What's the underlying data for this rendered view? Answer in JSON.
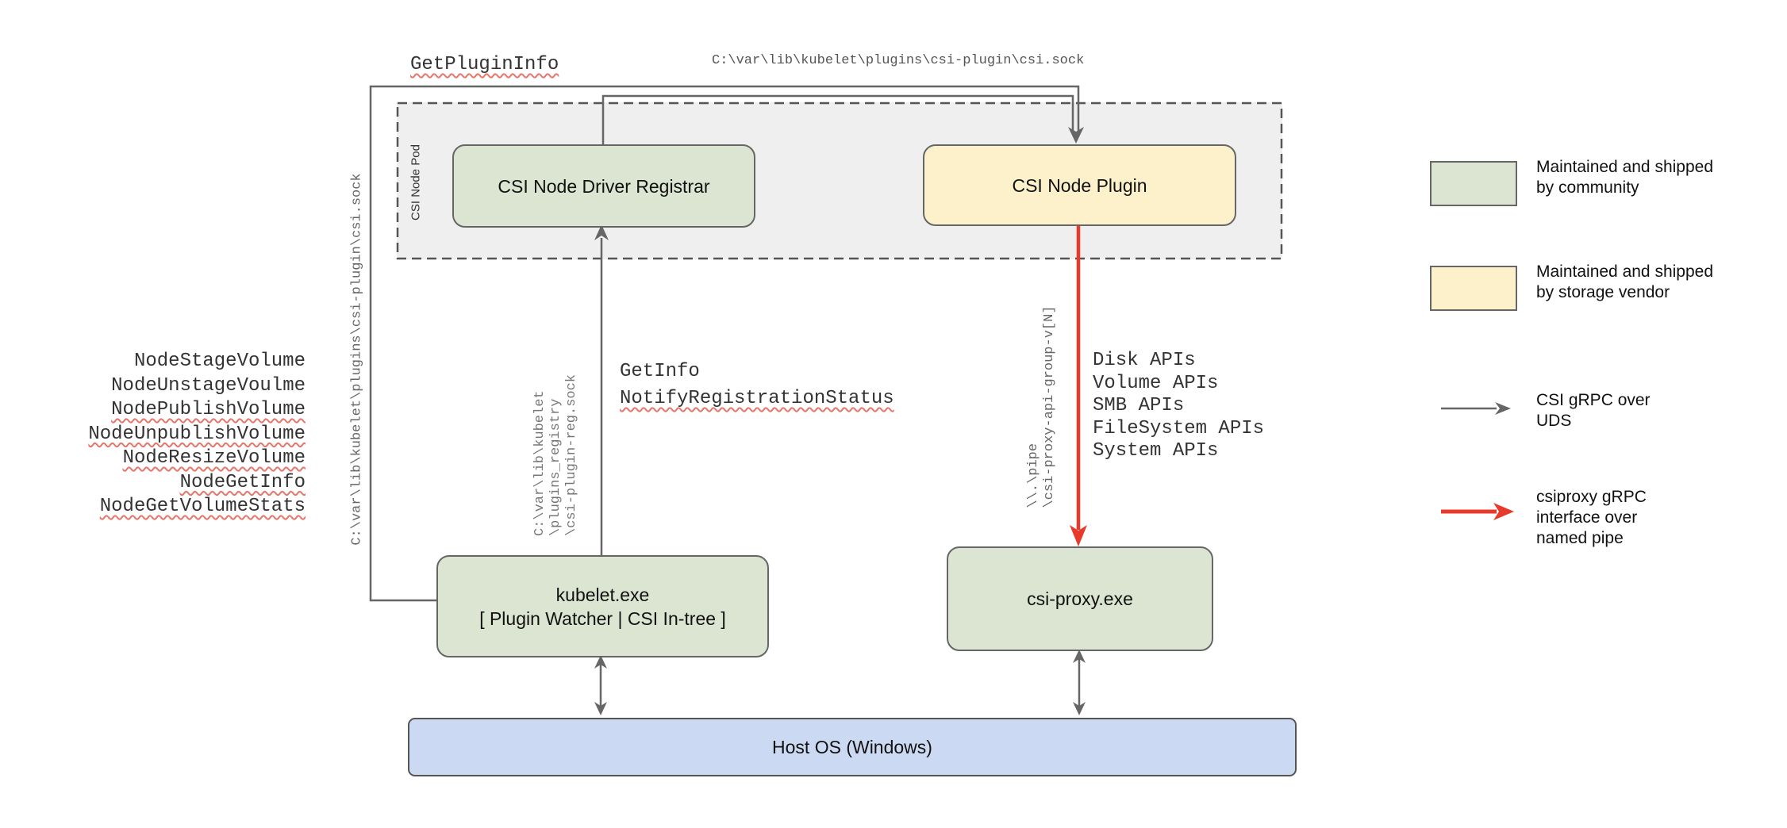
{
  "rpc_labels": {
    "get_plugin_info": "GetPluginInfo",
    "get_info": "GetInfo",
    "notify_registration_status": "NotifyRegistrationStatus"
  },
  "paths": {
    "top_socket": "C:\\var\\lib\\kubelet\\plugins\\csi-plugin\\csi.sock",
    "left_socket": "C:\\var\\lib\\kubelet\\plugins\\csi-plugin\\csi.sock",
    "registry_lines": [
      "C:\\var\\lib\\kubelet",
      "\\plugins_registry",
      "\\csi-plugin-reg.sock"
    ],
    "pipe_lines": [
      "\\\\.\\pipe",
      "\\csi-proxy-api-group-v[N]"
    ]
  },
  "node_methods": [
    "NodeStageVolume",
    "NodeUnstageVoulme",
    "NodePublishVolume",
    "NodeUnpublishVolume",
    "NodeResizeVolume",
    "NodeGetInfo",
    "NodeGetVolumeStats"
  ],
  "proxy_apis": [
    "Disk APIs",
    "Volume APIs",
    "SMB APIs",
    "FileSystem APIs",
    "System APIs"
  ],
  "nodes": {
    "pod_label": "CSI Node Pod",
    "registrar": "CSI Node Driver Registrar",
    "plugin": "CSI Node Plugin",
    "kubelet_line1": "kubelet.exe",
    "kubelet_line2": "[ Plugin Watcher | CSI In-tree ]",
    "csi_proxy": "csi-proxy.exe",
    "host_os": "Host OS (Windows)"
  },
  "legend": {
    "community": {
      "lines": [
        "Maintained and shipped",
        "by community"
      ]
    },
    "vendor": {
      "lines": [
        "Maintained and shipped",
        "by storage vendor"
      ]
    },
    "uds": {
      "lines": [
        "CSI gRPC over",
        "UDS"
      ]
    },
    "named_pipe": {
      "lines": [
        "csiproxy gRPC",
        "interface over",
        "named pipe"
      ]
    }
  },
  "colors": {
    "community_fill": "#dbe5d1",
    "vendor_fill": "#fdf1cc",
    "host_fill": "#ccd9f2",
    "pod_fill": "#efefef",
    "line_gray": "#666666",
    "arrow_red": "#e8392b",
    "squiggle_red": "#e8756a"
  }
}
